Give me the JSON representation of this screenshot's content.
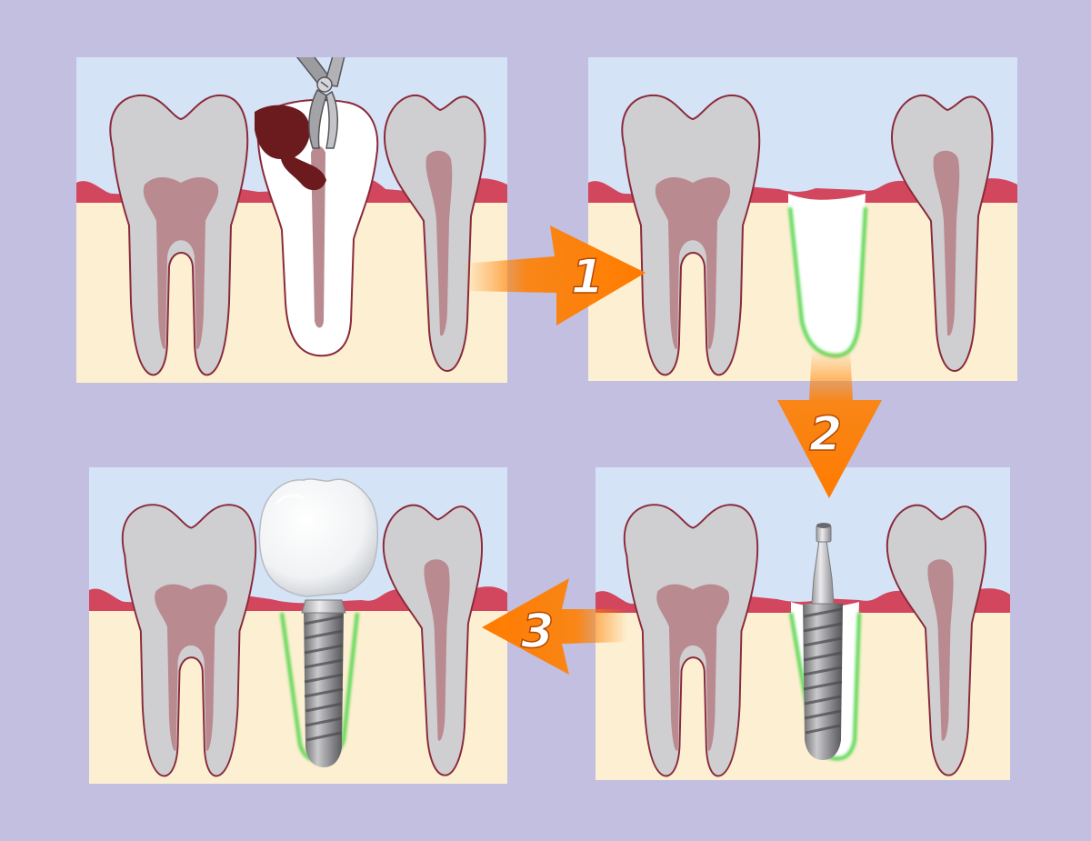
{
  "steps": [
    {
      "number": "1"
    },
    {
      "number": "2"
    },
    {
      "number": "3"
    }
  ],
  "colors": {
    "background": "#c2bfe0",
    "sky": "#d5e3f7",
    "bone": "#fdf0d2",
    "gum": "#d2475d",
    "tooth": "#cfcfd2",
    "pulp": "#b98a90",
    "outline": "#8a2a3a",
    "healing": "#54d64e",
    "arrow": "#ff8000"
  },
  "icons": {
    "extraction-tool": "forceps-icon",
    "implant": "dental-implant-icon",
    "crown": "crown-icon"
  }
}
